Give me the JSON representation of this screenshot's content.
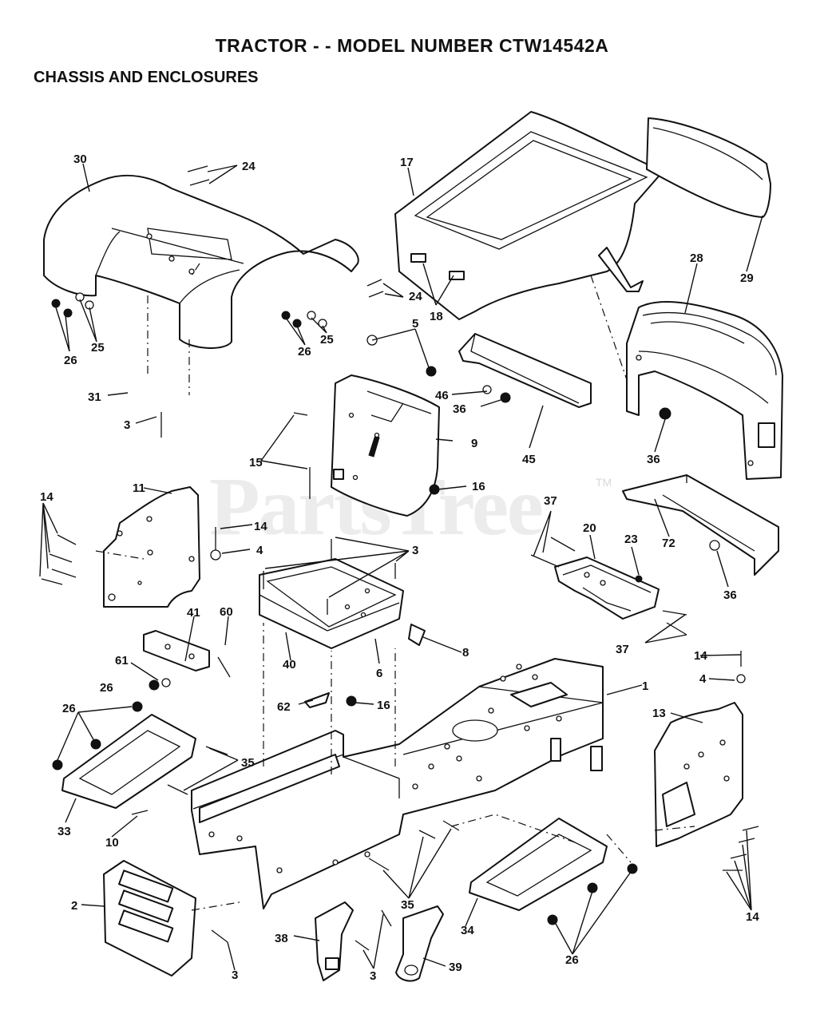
{
  "title": "TRACTOR - - MODEL NUMBER CTW14542A",
  "subtitle": "CHASSIS AND ENCLOSURES",
  "watermark": "PartsTree",
  "watermark_tm": "TM",
  "callouts": [
    {
      "label": "30"
    },
    {
      "label": "24"
    },
    {
      "label": "17"
    },
    {
      "label": "29"
    },
    {
      "label": "28"
    },
    {
      "label": "24"
    },
    {
      "label": "18"
    },
    {
      "label": "26"
    },
    {
      "label": "25"
    },
    {
      "label": "26"
    },
    {
      "label": "25"
    },
    {
      "label": "5"
    },
    {
      "label": "46"
    },
    {
      "label": "36"
    },
    {
      "label": "45"
    },
    {
      "label": "36"
    },
    {
      "label": "31"
    },
    {
      "label": "3"
    },
    {
      "label": "9"
    },
    {
      "label": "15"
    },
    {
      "label": "16"
    },
    {
      "label": "11"
    },
    {
      "label": "14"
    },
    {
      "label": "14"
    },
    {
      "label": "4"
    },
    {
      "label": "3"
    },
    {
      "label": "37"
    },
    {
      "label": "20"
    },
    {
      "label": "23"
    },
    {
      "label": "72"
    },
    {
      "label": "36"
    },
    {
      "label": "37"
    },
    {
      "label": "41"
    },
    {
      "label": "60"
    },
    {
      "label": "40"
    },
    {
      "label": "6"
    },
    {
      "label": "8"
    },
    {
      "label": "61"
    },
    {
      "label": "26"
    },
    {
      "label": "62"
    },
    {
      "label": "16"
    },
    {
      "label": "1"
    },
    {
      "label": "14"
    },
    {
      "label": "4"
    },
    {
      "label": "13"
    },
    {
      "label": "26"
    },
    {
      "label": "35"
    },
    {
      "label": "33"
    },
    {
      "label": "10"
    },
    {
      "label": "2"
    },
    {
      "label": "35"
    },
    {
      "label": "34"
    },
    {
      "label": "14"
    },
    {
      "label": "26"
    },
    {
      "label": "3"
    },
    {
      "label": "38"
    },
    {
      "label": "3"
    },
    {
      "label": "39"
    }
  ]
}
